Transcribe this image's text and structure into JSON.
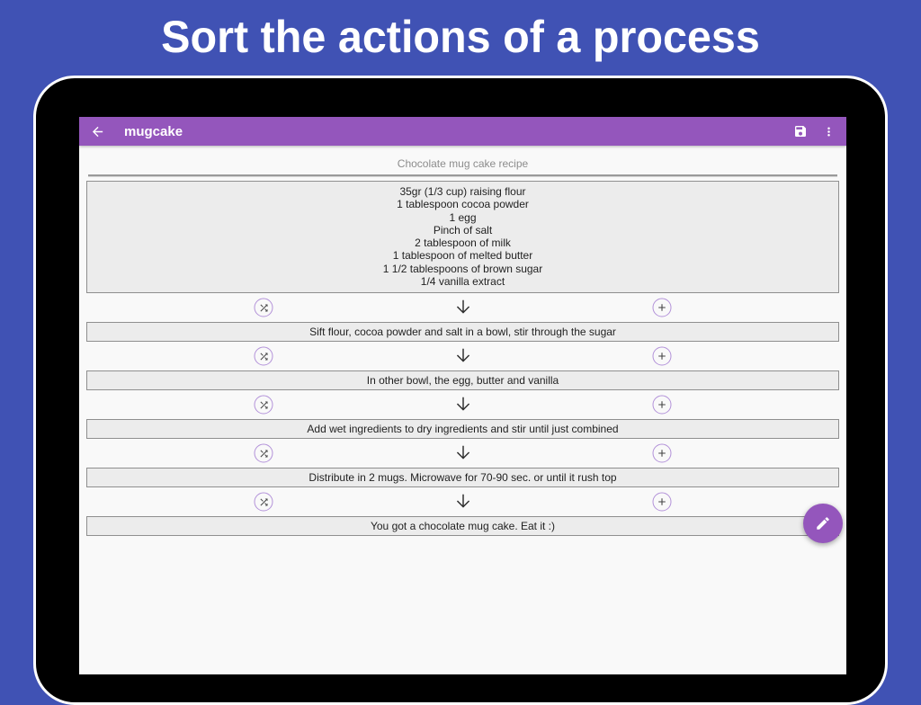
{
  "promo": {
    "headline": "Sort the actions of a process"
  },
  "app": {
    "toolbar": {
      "title": "mugcake",
      "back_icon": "arrow-left",
      "save_icon": "floppy-disk",
      "overflow_icon": "three-vertical-dots"
    },
    "process_title": "Chocolate mug cake recipe",
    "ingredients": [
      "35gr (1/3 cup) raising flour",
      "1 tablespoon cocoa powder",
      "1 egg",
      "Pinch of salt",
      "2 tablespoon of milk",
      "1 tablespoon of melted butter",
      "1 1/2 tablespoons of brown sugar",
      "1/4 vanilla extract"
    ],
    "steps": [
      "Sift flour, cocoa powder and salt in a bowl, stir through the sugar",
      "In other bowl, the egg, butter and vanilla",
      "Add wet ingredients to dry ingredients and stir until just combined",
      "Distribute in 2 mugs. Microwave for 70-90 sec. or until it rush top",
      "You got a chocolate mug cake. Eat it :)"
    ],
    "connector_icons": [
      "shuffle",
      "arrow-down",
      "plus"
    ],
    "fab_icon": "edit-pencil"
  },
  "colors": {
    "background_blue": "#4052B4",
    "toolbar_purple": "#9456BC",
    "fab_purple": "#9456BC",
    "connector_ring_purple": "#B392D9",
    "node_fill": "#ECECEC",
    "node_border": "#8F8F8F",
    "screen_background": "#F9F9F9",
    "headline_text": "#FFFFFF",
    "node_text": "#1F1F1F",
    "recipe_title_text": "#8C8C8C"
  }
}
